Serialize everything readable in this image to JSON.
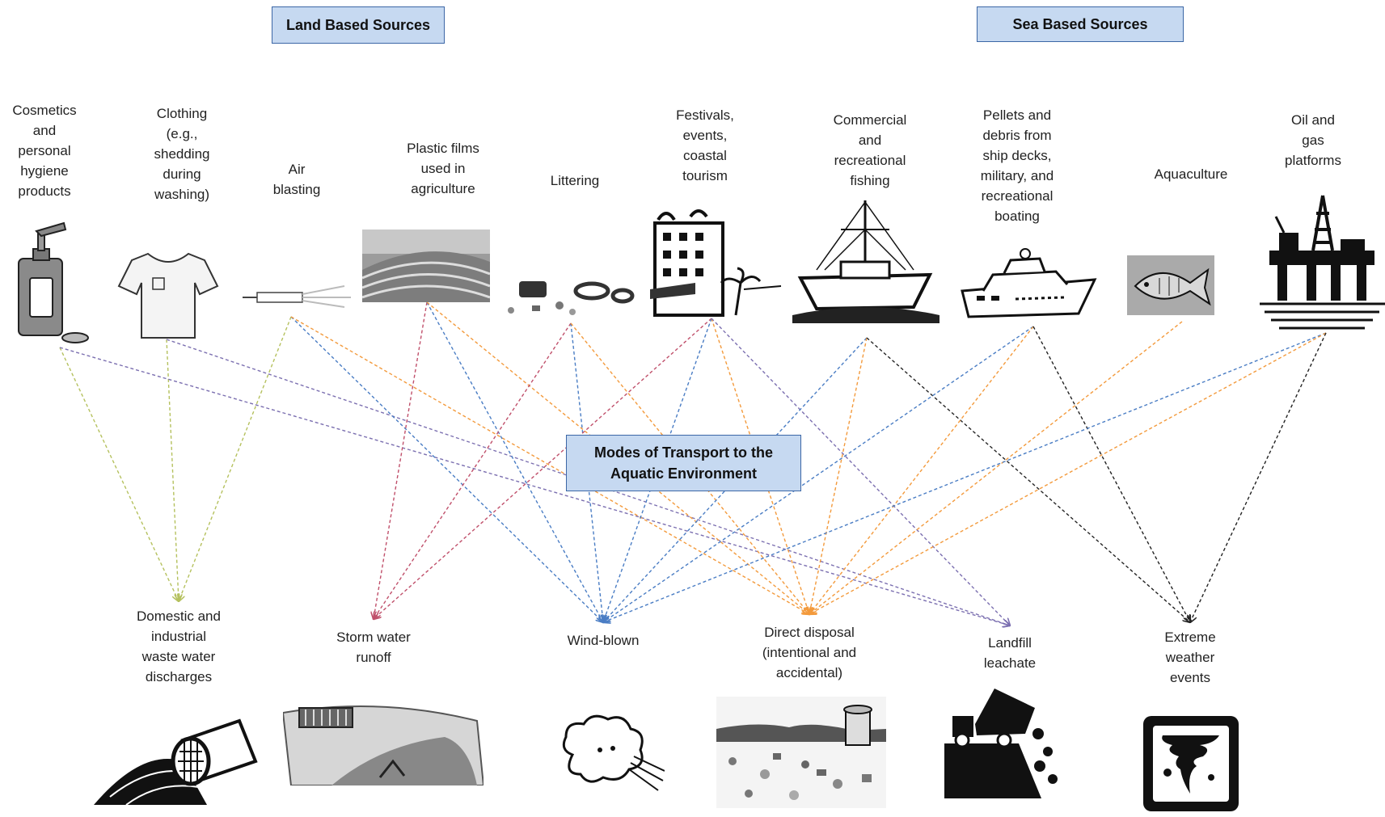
{
  "headers": {
    "land": "Land Based Sources",
    "sea": "Sea Based Sources",
    "modes": "Modes of Transport to the\nAquatic Environment"
  },
  "sources": [
    {
      "label": "Cosmetics\nand\npersonal\nhygiene\nproducts",
      "icon": "pump-bottle-icon"
    },
    {
      "label": "Clothing\n(e.g.,\nshedding\nduring\nwashing)",
      "icon": "tshirt-icon"
    },
    {
      "label": "Air\nblasting",
      "icon": "air-blaster-icon"
    },
    {
      "label": "Plastic films\nused in\nagriculture",
      "icon": "plastic-film-field-icon"
    },
    {
      "label": "Littering",
      "icon": "litter-debris-icon"
    },
    {
      "label": "Festivals,\nevents,\ncoastal\ntourism",
      "icon": "hotel-building-icon"
    },
    {
      "label": "Commercial\nand\nrecreational\nfishing",
      "icon": "fishing-boat-icon"
    },
    {
      "label": "Pellets  and\ndebris from\nship decks,\nmilitary, and\nrecreational\nboating",
      "icon": "yacht-icon"
    },
    {
      "label": "Aquaculture",
      "icon": "fish-icon"
    },
    {
      "label": "Oil and\ngas\nplatforms",
      "icon": "oil-platform-icon"
    }
  ],
  "modes": [
    {
      "label": "Domestic and\nindustrial\nwaste water\ndischarges",
      "icon": "drain-pipe-icon"
    },
    {
      "label": "Storm water\nrunoff",
      "icon": "storm-drain-icon"
    },
    {
      "label": "Wind-blown",
      "icon": "wind-cloud-icon"
    },
    {
      "label": "Direct disposal\n(intentional and\naccidental)",
      "icon": "trash-beach-icon"
    },
    {
      "label": "Landfill\nleachate",
      "icon": "dump-truck-icon"
    },
    {
      "label": "Extreme\nweather\nevents",
      "icon": "tornado-icon"
    }
  ],
  "colors": {
    "box_fill": "#c6d9f1",
    "box_border": "#3c67a6",
    "domestic": "#b5c15e",
    "storm": "#c0506b",
    "wind": "#4a7dc4",
    "direct": "#f39a3c",
    "landfill": "#7b6fb0",
    "weather": "#222222"
  },
  "links": [
    {
      "from": 0,
      "to": 0,
      "color": "domestic"
    },
    {
      "from": 1,
      "to": 0,
      "color": "domestic"
    },
    {
      "from": 2,
      "to": 0,
      "color": "domestic"
    },
    {
      "from": 0,
      "to": 4,
      "color": "landfill"
    },
    {
      "from": 1,
      "to": 4,
      "color": "landfill"
    },
    {
      "from": 2,
      "to": 2,
      "color": "wind"
    },
    {
      "from": 2,
      "to": 3,
      "color": "direct"
    },
    {
      "from": 3,
      "to": 1,
      "color": "storm"
    },
    {
      "from": 3,
      "to": 2,
      "color": "wind"
    },
    {
      "from": 3,
      "to": 3,
      "color": "direct"
    },
    {
      "from": 4,
      "to": 1,
      "color": "storm"
    },
    {
      "from": 4,
      "to": 2,
      "color": "wind"
    },
    {
      "from": 4,
      "to": 3,
      "color": "direct"
    },
    {
      "from": 5,
      "to": 1,
      "color": "storm"
    },
    {
      "from": 5,
      "to": 2,
      "color": "wind"
    },
    {
      "from": 5,
      "to": 3,
      "color": "direct"
    },
    {
      "from": 5,
      "to": 4,
      "color": "landfill"
    },
    {
      "from": 6,
      "to": 2,
      "color": "wind"
    },
    {
      "from": 6,
      "to": 3,
      "color": "direct"
    },
    {
      "from": 6,
      "to": 5,
      "color": "weather"
    },
    {
      "from": 7,
      "to": 2,
      "color": "wind"
    },
    {
      "from": 7,
      "to": 3,
      "color": "direct"
    },
    {
      "from": 7,
      "to": 5,
      "color": "weather"
    },
    {
      "from": 8,
      "to": 3,
      "color": "direct"
    },
    {
      "from": 9,
      "to": 2,
      "color": "wind"
    },
    {
      "from": 9,
      "to": 3,
      "color": "direct"
    },
    {
      "from": 9,
      "to": 5,
      "color": "weather"
    }
  ]
}
